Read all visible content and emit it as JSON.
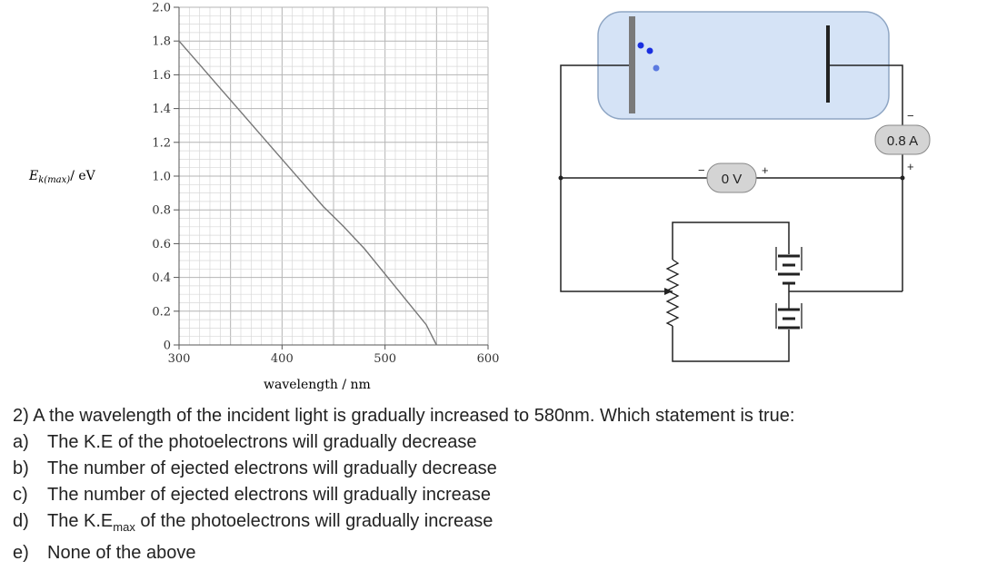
{
  "chart_data": {
    "type": "line",
    "xlabel": "wavelength / nm",
    "ylabel_main": "E",
    "ylabel_sub": "k(max)",
    "ylabel_unit": "/ eV",
    "xlim": [
      300,
      600
    ],
    "ylim": [
      0,
      2.0
    ],
    "x_ticks": [
      "300",
      "400",
      "500",
      "600"
    ],
    "y_ticks": [
      "0",
      "0.2",
      "0.4",
      "0.6",
      "0.8",
      "1.0",
      "1.2",
      "1.4",
      "1.6",
      "1.8",
      "2.0"
    ],
    "series": [
      {
        "x": [
          300,
          320,
          340,
          360,
          380,
          400,
          420,
          440,
          460,
          480,
          500,
          520,
          540,
          550
        ],
        "y": [
          1.8,
          1.66,
          1.52,
          1.38,
          1.24,
          1.1,
          0.96,
          0.82,
          0.7,
          0.57,
          0.42,
          0.27,
          0.12,
          0.0
        ]
      }
    ]
  },
  "circuit": {
    "voltmeter_label": "0 V",
    "voltmeter_neg": "−",
    "voltmeter_pos": "+",
    "ammeter_label": "0.8 A",
    "ammeter_neg": "−",
    "ammeter_pos": "+"
  },
  "question": {
    "stem": "2) A the wavelength of the incident light is gradually increased to 580nm. Which statement is true:",
    "options": [
      {
        "letter": "a)",
        "text": "The K.E of the photoelectrons will gradually decrease"
      },
      {
        "letter": "b)",
        "text": "The number of ejected electrons will gradually decrease"
      },
      {
        "letter": "c)",
        "text": "The number of ejected electrons will gradually increase"
      },
      {
        "letter": "d)",
        "text_pre": "The K.E",
        "text_sub": "max",
        "text_post": " of the photoelectrons will gradually increase"
      },
      {
        "letter": "e)",
        "text": "None of the above"
      }
    ]
  }
}
